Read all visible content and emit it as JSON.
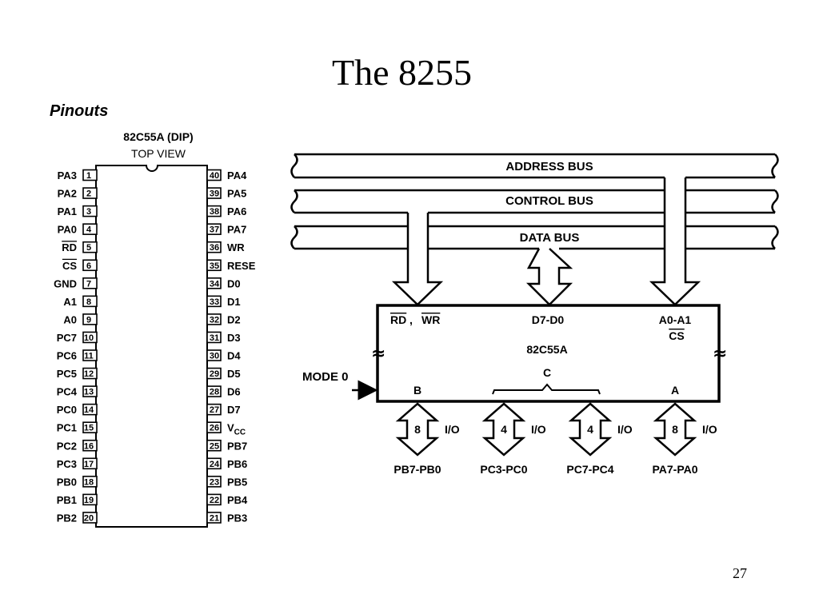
{
  "slide": {
    "title": "The 8255",
    "page_number": "27"
  },
  "pinout": {
    "heading": "Pinouts",
    "package": "82C55A (DIP)",
    "view": "TOP VIEW",
    "left_pins": [
      {
        "num": "1",
        "name": "PA3"
      },
      {
        "num": "2",
        "name": "PA2"
      },
      {
        "num": "3",
        "name": "PA1"
      },
      {
        "num": "4",
        "name": "PA0"
      },
      {
        "num": "5",
        "name": "RD",
        "overline": true
      },
      {
        "num": "6",
        "name": "CS",
        "overline": true
      },
      {
        "num": "7",
        "name": "GND"
      },
      {
        "num": "8",
        "name": "A1"
      },
      {
        "num": "9",
        "name": "A0"
      },
      {
        "num": "10",
        "name": "PC7"
      },
      {
        "num": "11",
        "name": "PC6"
      },
      {
        "num": "12",
        "name": "PC5"
      },
      {
        "num": "13",
        "name": "PC4"
      },
      {
        "num": "14",
        "name": "PC0"
      },
      {
        "num": "15",
        "name": "PC1"
      },
      {
        "num": "16",
        "name": "PC2"
      },
      {
        "num": "17",
        "name": "PC3"
      },
      {
        "num": "18",
        "name": "PB0"
      },
      {
        "num": "19",
        "name": "PB1"
      },
      {
        "num": "20",
        "name": "PB2"
      }
    ],
    "right_pins": [
      {
        "num": "40",
        "name": "PA4"
      },
      {
        "num": "39",
        "name": "PA5"
      },
      {
        "num": "38",
        "name": "PA6"
      },
      {
        "num": "37",
        "name": "PA7"
      },
      {
        "num": "36",
        "name": "WR"
      },
      {
        "num": "35",
        "name": "RESE"
      },
      {
        "num": "34",
        "name": "D0"
      },
      {
        "num": "33",
        "name": "D1"
      },
      {
        "num": "32",
        "name": "D2"
      },
      {
        "num": "31",
        "name": "D3"
      },
      {
        "num": "30",
        "name": "D4"
      },
      {
        "num": "29",
        "name": "D5"
      },
      {
        "num": "28",
        "name": "D6"
      },
      {
        "num": "27",
        "name": "D7"
      },
      {
        "num": "26",
        "name": "V",
        "sub": "CC"
      },
      {
        "num": "25",
        "name": "PB7"
      },
      {
        "num": "24",
        "name": "PB6"
      },
      {
        "num": "23",
        "name": "PB5"
      },
      {
        "num": "22",
        "name": "PB4"
      },
      {
        "num": "21",
        "name": "PB3"
      }
    ]
  },
  "block_diagram": {
    "buses": {
      "address": "ADDRESS BUS",
      "control": "CONTROL BUS",
      "data": "DATA BUS"
    },
    "chip_name": "82C55A",
    "inputs": {
      "rd_wr": [
        "RD",
        "WR"
      ],
      "data": "D7-D0",
      "addr": "A0-A1",
      "cs": "CS"
    },
    "mode_label": "MODE 0",
    "port_labels": {
      "b": "B",
      "c": "C",
      "a": "A"
    },
    "ports": [
      {
        "width": "8",
        "io": "I/O",
        "label": "PB7-PB0"
      },
      {
        "width": "4",
        "io": "I/O",
        "label": "PC3-PC0"
      },
      {
        "width": "4",
        "io": "I/O",
        "label": "PC7-PC4"
      },
      {
        "width": "8",
        "io": "I/O",
        "label": "PA7-PA0"
      }
    ]
  }
}
